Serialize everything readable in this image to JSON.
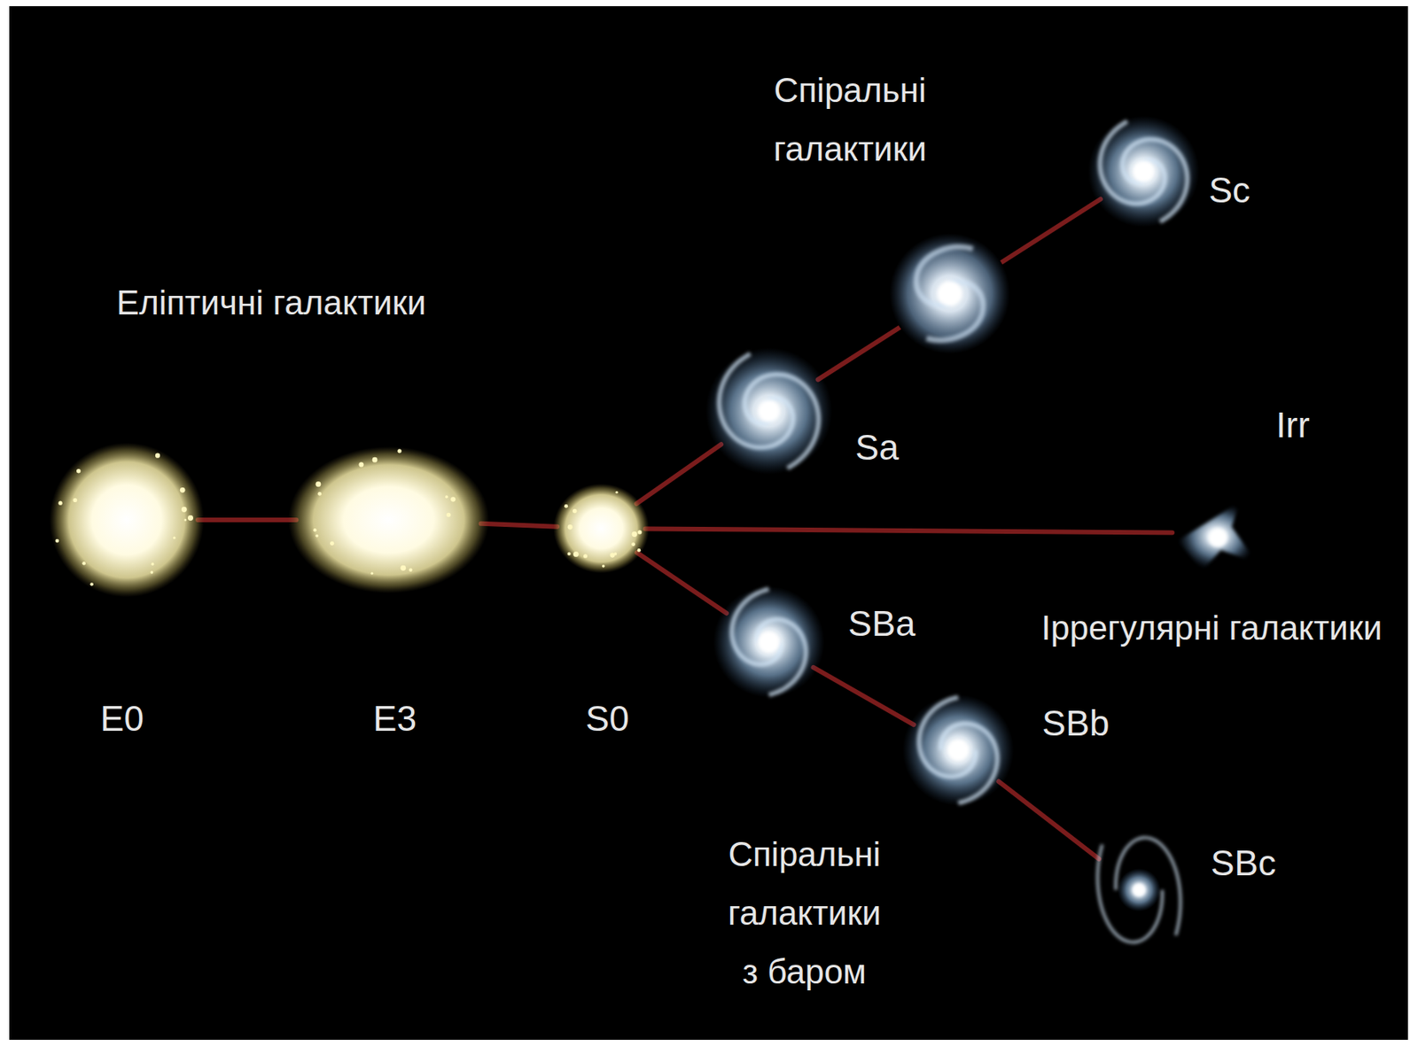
{
  "diagram": {
    "nodes": [
      {
        "text": [
          "E0"
        ]
      },
      {
        "text": [
          "E3"
        ]
      },
      {
        "text": [
          "S0"
        ]
      },
      {
        "text": [
          "Sa"
        ]
      },
      {
        "text": [
          "Sc"
        ]
      },
      {
        "text": [
          "Irr"
        ]
      },
      {
        "text": [
          "SBa"
        ]
      },
      {
        "text": [
          "SBb"
        ]
      },
      {
        "text": [
          "SBc"
        ]
      }
    ],
    "edges": [
      {
        "from": 0,
        "to": 1,
        "arrow": "none"
      },
      {
        "from": 1,
        "to": 2,
        "arrow": "none"
      },
      {
        "from": 2,
        "to": 3,
        "arrow": "none"
      },
      {
        "from": 3,
        "to": 4,
        "arrow": "none"
      },
      {
        "from": 2,
        "to": 5,
        "arrow": "none"
      },
      {
        "from": 2,
        "to": 6,
        "arrow": "none"
      },
      {
        "from": 6,
        "to": 7,
        "arrow": "none"
      },
      {
        "from": 7,
        "to": 8,
        "arrow": "none"
      }
    ],
    "labels": [
      "Еліптичні галактики",
      "Спіральні галактики",
      "Іррегулярні галактики",
      "Спіральні галактики з баром"
    ]
  }
}
